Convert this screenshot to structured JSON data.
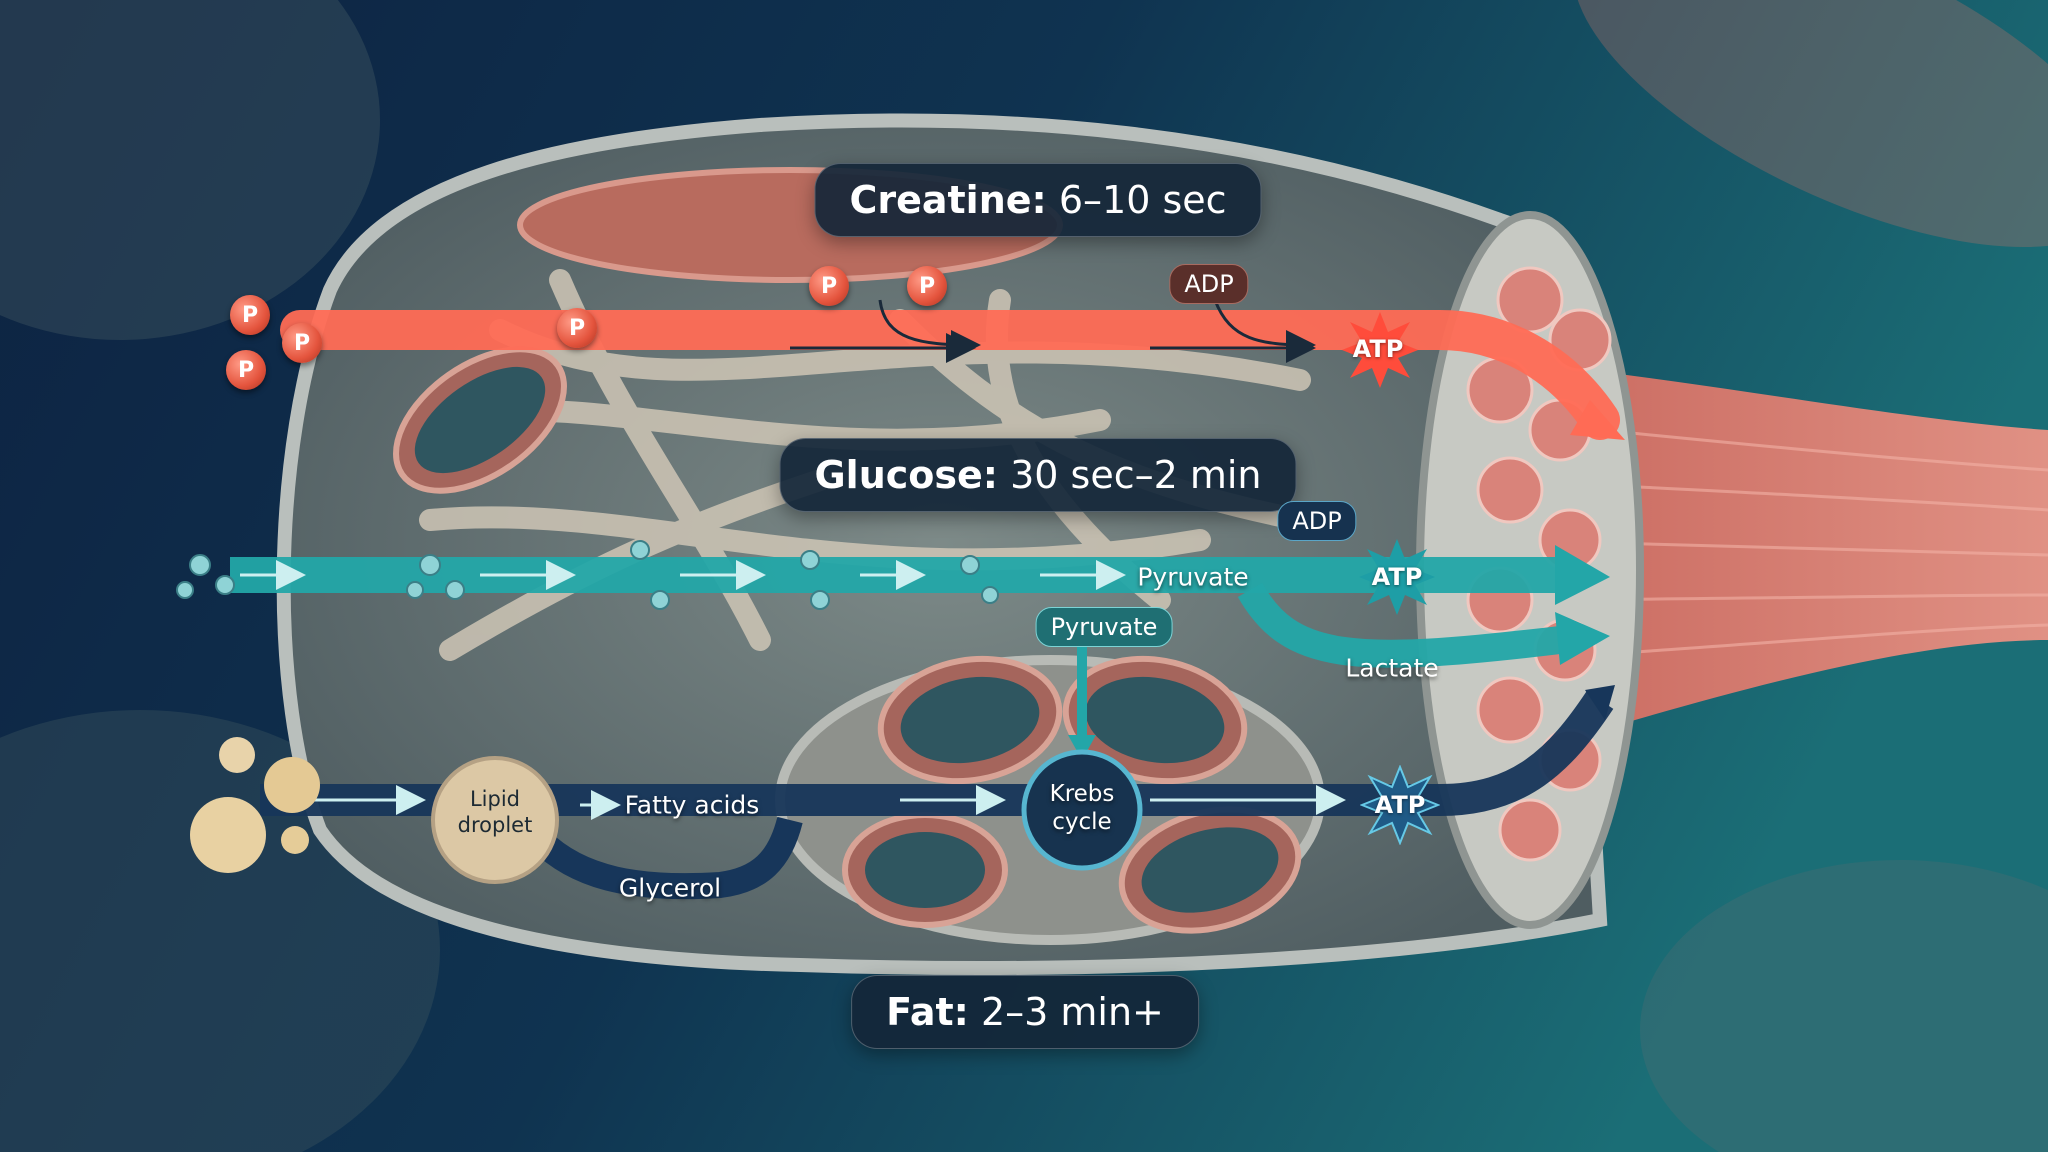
{
  "labels": {
    "creatine": {
      "name": "Creatine:",
      "duration": "6–10 sec"
    },
    "glucose": {
      "name": "Glucose:",
      "duration": "30 sec–2 min"
    },
    "fat": {
      "name": "Fat:",
      "duration": "2–3 min+"
    }
  },
  "tags": {
    "adp_top": "ADP",
    "adp_mid": "ADP",
    "pyruvate_main": "Pyruvate",
    "pyruvate_branch": "Pyruvate",
    "lactate": "Lactate",
    "fatty_acids": "Fatty acids",
    "glycerol": "Glycerol",
    "lipid_droplet_line1": "Lipid",
    "lipid_droplet_line2": "droplet",
    "krebs_line1": "Krebs",
    "krebs_line2": "cycle"
  },
  "atp": {
    "top": "ATP",
    "mid": "ATP",
    "bottom": "ATP"
  },
  "phosphate_symbol": "P",
  "colors": {
    "creatine_arrow": "#ff6b55",
    "glucose_arrow": "#23a6a8",
    "fat_arrow": "#17365a",
    "background_left": "#0f2a44",
    "background_right": "#1a6b74",
    "muscle": "#d9786c",
    "cell_membrane": "#a7adaa"
  }
}
